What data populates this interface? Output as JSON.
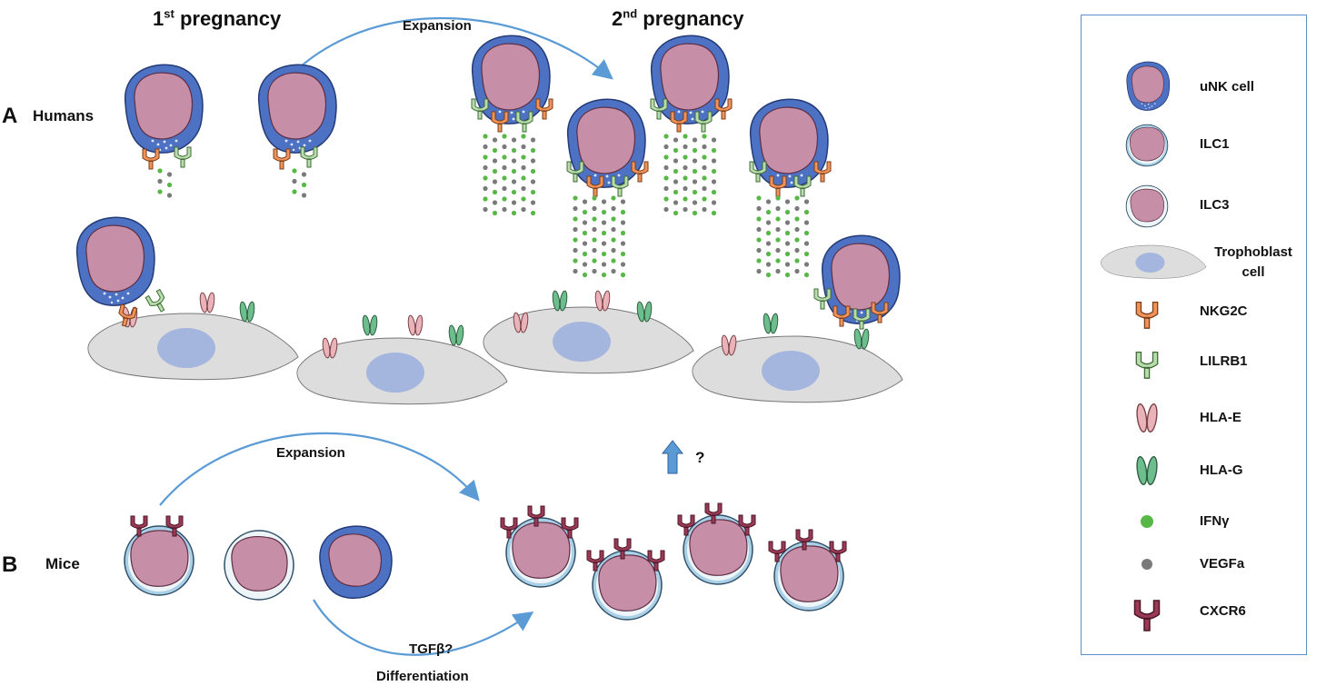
{
  "headings": {
    "first_pregnancy": {
      "ordinal": "1",
      "suffix": "st",
      "text": "pregnancy"
    },
    "second_pregnancy": {
      "ordinal": "2",
      "suffix": "nd",
      "text": "pregnancy"
    }
  },
  "panels": {
    "a": {
      "letter": "A",
      "label": "Humans"
    },
    "b": {
      "letter": "B",
      "label": "Mice"
    }
  },
  "arrows": {
    "human_expansion": "Expansion",
    "mouse_expansion": "Expansion",
    "mouse_tgfb": "TGFβ?",
    "mouse_differentiation": "Differentiation",
    "question": "?"
  },
  "legend": [
    {
      "key": "unk",
      "label": "uNK cell"
    },
    {
      "key": "ilc1",
      "label": "ILC1"
    },
    {
      "key": "ilc3",
      "label": "ILC3"
    },
    {
      "key": "tropho",
      "label": "Trophoblast cell"
    },
    {
      "key": "nkg2c",
      "label": "NKG2C"
    },
    {
      "key": "lilrb1",
      "label": "LILRB1"
    },
    {
      "key": "hlae",
      "label": "HLA-E"
    },
    {
      "key": "hlag",
      "label": "HLA-G"
    },
    {
      "key": "ifng",
      "label": "IFNγ"
    },
    {
      "key": "vegfa",
      "label": "VEGFa"
    },
    {
      "key": "cxcr6",
      "label": "CXCR6"
    }
  ],
  "colors": {
    "arrow": "#5b9bd5",
    "unk_outer": "#4d72c4",
    "nucleus": "#c78fa7",
    "ilc_ring": "#a9d0e6",
    "trophoblast": "#dddddd",
    "trophoblast_nucleus": "#a4b6de",
    "nkg2c": "#f0925a",
    "lilrb1": "#b8dcae",
    "hla_e": "#eab3b9",
    "hla_g": "#6cbf8d",
    "ifng": "#58b847",
    "vegfa": "#7a7a7a",
    "cxcr6": "#9a3a57"
  }
}
